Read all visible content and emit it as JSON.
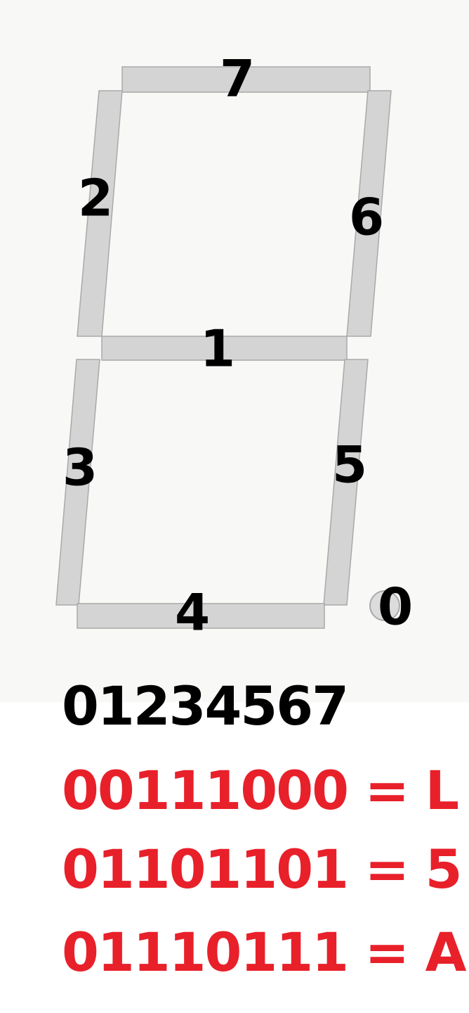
{
  "segment_labels": {
    "seg0": "0",
    "seg1": "1",
    "seg2": "2",
    "seg3": "3",
    "seg4": "4",
    "seg5": "5",
    "seg6": "6",
    "seg7": "7"
  },
  "bit_header": "01234567",
  "encodings": [
    {
      "text": "00111000 = L",
      "color": "#e8202a"
    },
    {
      "text": "01101101 = 5",
      "color": "#e8202a"
    },
    {
      "text": "01110111 = A",
      "color": "#e8202a"
    }
  ],
  "colors": {
    "segment_fill": "#d4d4d4",
    "segment_stroke": "#a9a9a9",
    "label_text": "#000000",
    "encoding_text": "#e8202a"
  }
}
